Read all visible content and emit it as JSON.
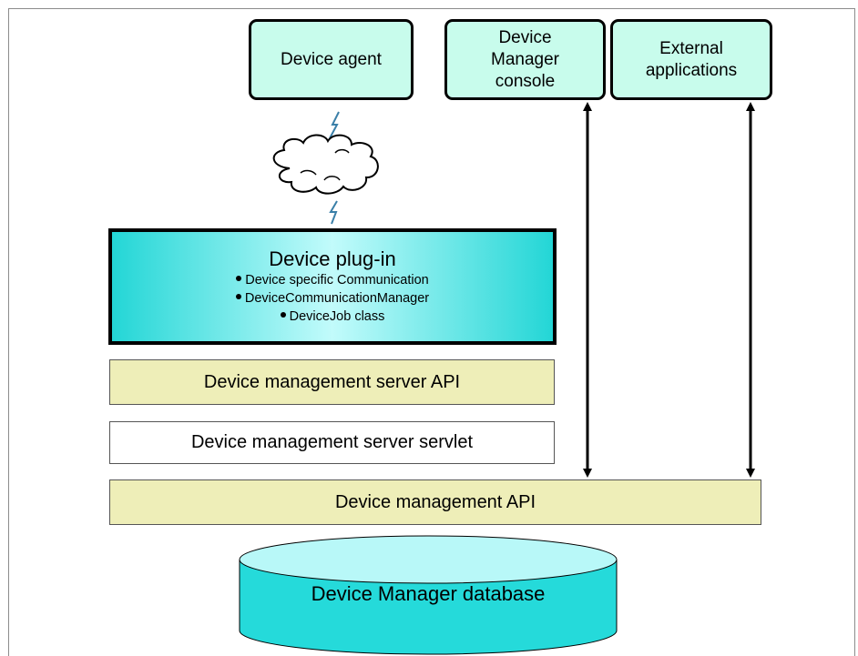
{
  "nodes": {
    "device_agent": "Device agent",
    "console_line1": "Device",
    "console_line2": "Manager",
    "console_line3": "console",
    "external_line1": "External",
    "external_line2": "applications"
  },
  "plugin": {
    "title": "Device plug-in",
    "items": [
      "Device specific Communication",
      "DeviceCommunicationManager",
      "DeviceJob class"
    ]
  },
  "layers": {
    "server_api": "Device management server API",
    "server_servlet": "Device management server servlet",
    "management_api": "Device management API"
  },
  "database": {
    "label": "Device Manager database"
  },
  "colors": {
    "node_fill": "#c8fcec",
    "plugin_edge": "#23d6d6",
    "plugin_center": "#c2fbfb",
    "layer_khaki": "#eeeeb8",
    "database_fill": "#25dada",
    "database_top": "#b8f8f8"
  }
}
